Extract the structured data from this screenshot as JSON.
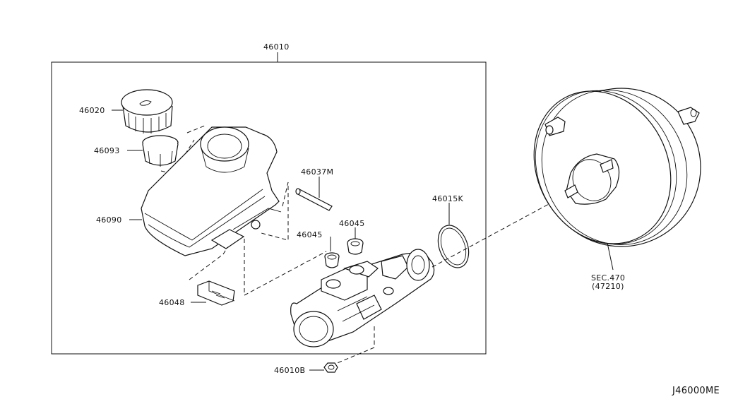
{
  "diagram": {
    "code": "J46000ME",
    "labels": {
      "assembly": "46010",
      "cap": "46020",
      "strainer": "46093",
      "reservoir": "46090",
      "pin": "46037M",
      "grommet_left": "46045",
      "grommet_right": "46045",
      "sensor": "46048",
      "oring": "46015K",
      "nut": "46010B",
      "booster_sec": "SEC.470",
      "booster_ref": "(47210)"
    }
  }
}
